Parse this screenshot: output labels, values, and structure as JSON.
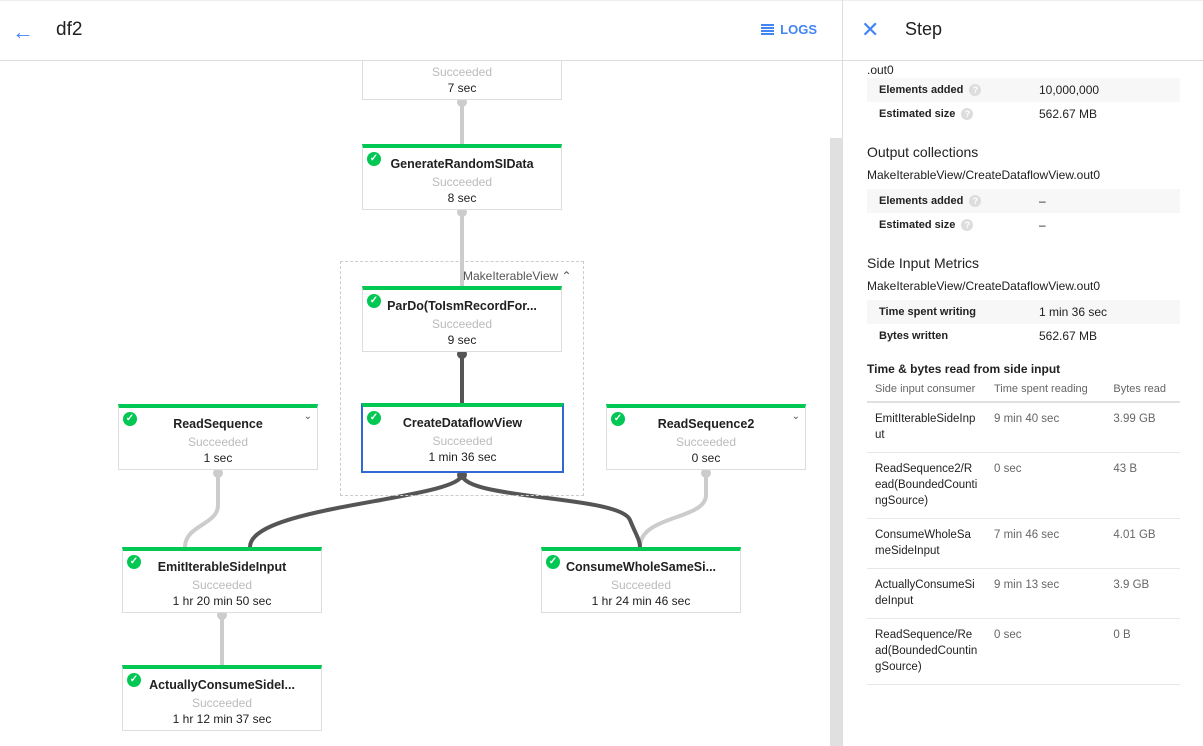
{
  "header": {
    "title": "df2",
    "logs_label": "LOGS"
  },
  "graph": {
    "group_label": "MakeIterableView",
    "nodes": [
      {
        "name": "",
        "status": "Succeeded",
        "duration": "7 sec"
      },
      {
        "name": "GenerateRandomSIData",
        "status": "Succeeded",
        "duration": "8 sec"
      },
      {
        "name": "ParDo(ToIsmRecordFor...",
        "status": "Succeeded",
        "duration": "9 sec"
      },
      {
        "name": "CreateDataflowView",
        "status": "Succeeded",
        "duration": "1 min 36 sec"
      },
      {
        "name": "ReadSequence",
        "status": "Succeeded",
        "duration": "1 sec"
      },
      {
        "name": "ReadSequence2",
        "status": "Succeeded",
        "duration": "0 sec"
      },
      {
        "name": "EmitIterableSideInput",
        "status": "Succeeded",
        "duration": "1 hr 20 min 50 sec"
      },
      {
        "name": "ConsumeWholeSameSi...",
        "status": "Succeeded",
        "duration": "1 hr 24 min 46 sec"
      },
      {
        "name": "ActuallyConsumeSideI...",
        "status": "Succeeded",
        "duration": "1 hr 12 min 37 sec"
      }
    ],
    "colors": {
      "success": "#00c853",
      "selected": "#3367d6",
      "edge": "#cccccc",
      "edge_selected": "#555555"
    }
  },
  "panel": {
    "title": "Step",
    "top_partial": ".out0",
    "input_metrics": [
      {
        "k": "Elements added",
        "v": "10,000,000"
      },
      {
        "k": "Estimated size",
        "v": "562.67 MB"
      }
    ],
    "output_title": "Output collections",
    "output_name": "MakeIterableView/CreateDataflowView.out0",
    "output_metrics": [
      {
        "k": "Elements added",
        "v": "–"
      },
      {
        "k": "Estimated size",
        "v": "–"
      }
    ],
    "side_title": "Side Input Metrics",
    "side_name": "MakeIterableView/CreateDataflowView.out0",
    "side_metrics": [
      {
        "k": "Time spent writing",
        "v": "1 min 36 sec"
      },
      {
        "k": "Bytes written",
        "v": "562.67 MB"
      }
    ],
    "read_title": "Time & bytes read from side input",
    "table": {
      "headers": [
        "Side input consumer",
        "Time spent reading",
        "Bytes read"
      ],
      "rows": [
        [
          "EmitIterableSideInput",
          "9 min 40 sec",
          "3.99 GB"
        ],
        [
          "ReadSequence2/Read(BoundedCountingSource)",
          "0 sec",
          "43 B"
        ],
        [
          "ConsumeWholeSameSideInput",
          "7 min 46 sec",
          "4.01 GB"
        ],
        [
          "ActuallyConsumeSideInput",
          "9 min 13 sec",
          "3.9 GB"
        ],
        [
          "ReadSequence/Read(BoundedCountingSource)",
          "0 sec",
          "0 B"
        ]
      ]
    }
  }
}
